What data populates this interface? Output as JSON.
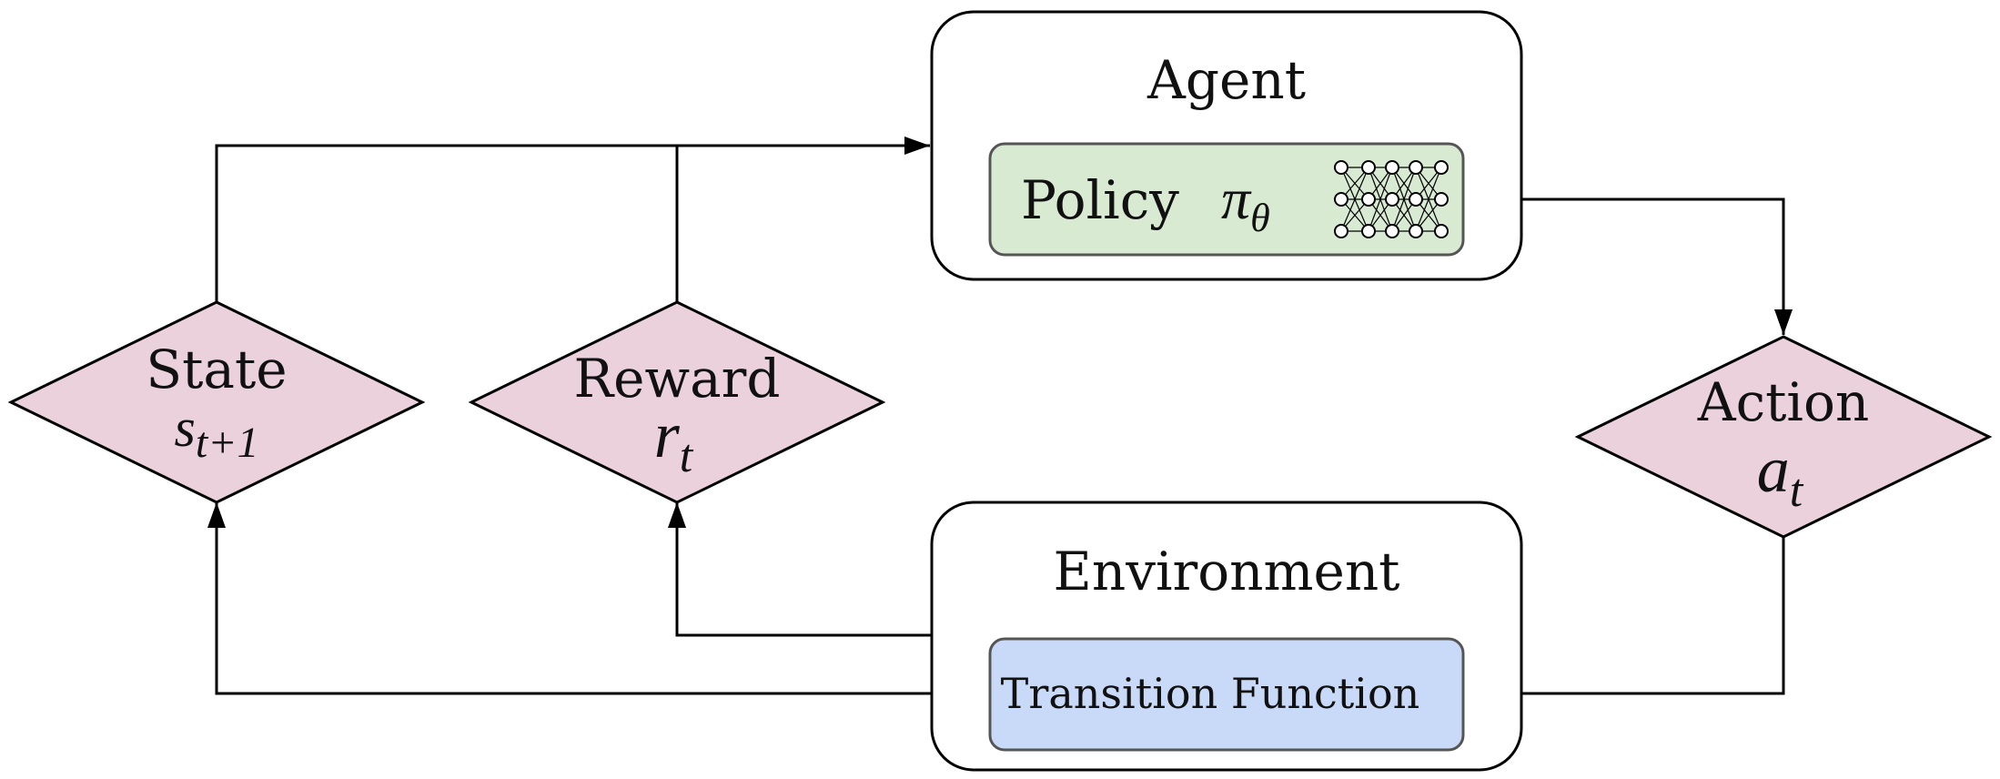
{
  "agent": {
    "title": "Agent",
    "policy": {
      "label": "Policy",
      "symbol": "π",
      "subscript": "θ",
      "icon": "neural-network-icon",
      "fill_color": "#d9ead3"
    }
  },
  "environment": {
    "title": "Environment",
    "transition": {
      "label": "Transition Function",
      "fill_color": "#c9daf8"
    }
  },
  "state": {
    "label": "State",
    "symbol": "s",
    "subscript": "t+1"
  },
  "reward": {
    "label": "Reward",
    "symbol": "r",
    "subscript": "t"
  },
  "action": {
    "label": "Action",
    "symbol": "a",
    "subscript": "t"
  },
  "colors": {
    "diamond_fill": "#ead1dc",
    "stroke": "#000000"
  }
}
